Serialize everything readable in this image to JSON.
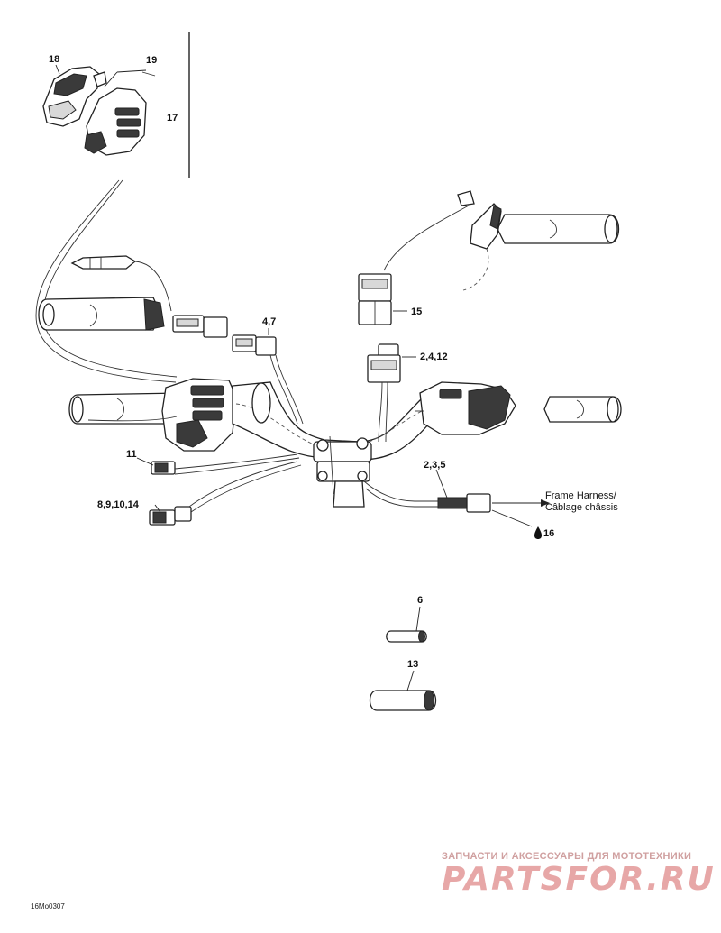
{
  "callouts": {
    "c18": "18",
    "c19": "19",
    "c17": "17",
    "c15": "15",
    "c4_7": "4,7",
    "c2_4_12": "2,4,12",
    "c11": "11",
    "c2_3_5": "2,3,5",
    "c8_9_10_14": "8,9,10,14",
    "c16": "16",
    "c6": "6",
    "c13": "13"
  },
  "notes": {
    "frame_harness_line1": "Frame Harness/",
    "frame_harness_line2": "Câblage châssis"
  },
  "drawing_code": "16Mo0307",
  "watermark": {
    "tagline": "ЗАПЧАСТИ И АКСЕССУАРЫ ДЛЯ МОТОТЕХНИКИ",
    "logo": "PARTSFOR.RU"
  },
  "icons": {
    "drop": "liquid-drop-icon"
  },
  "colors": {
    "line": "#222222",
    "watermark": "#e7a7a7"
  }
}
